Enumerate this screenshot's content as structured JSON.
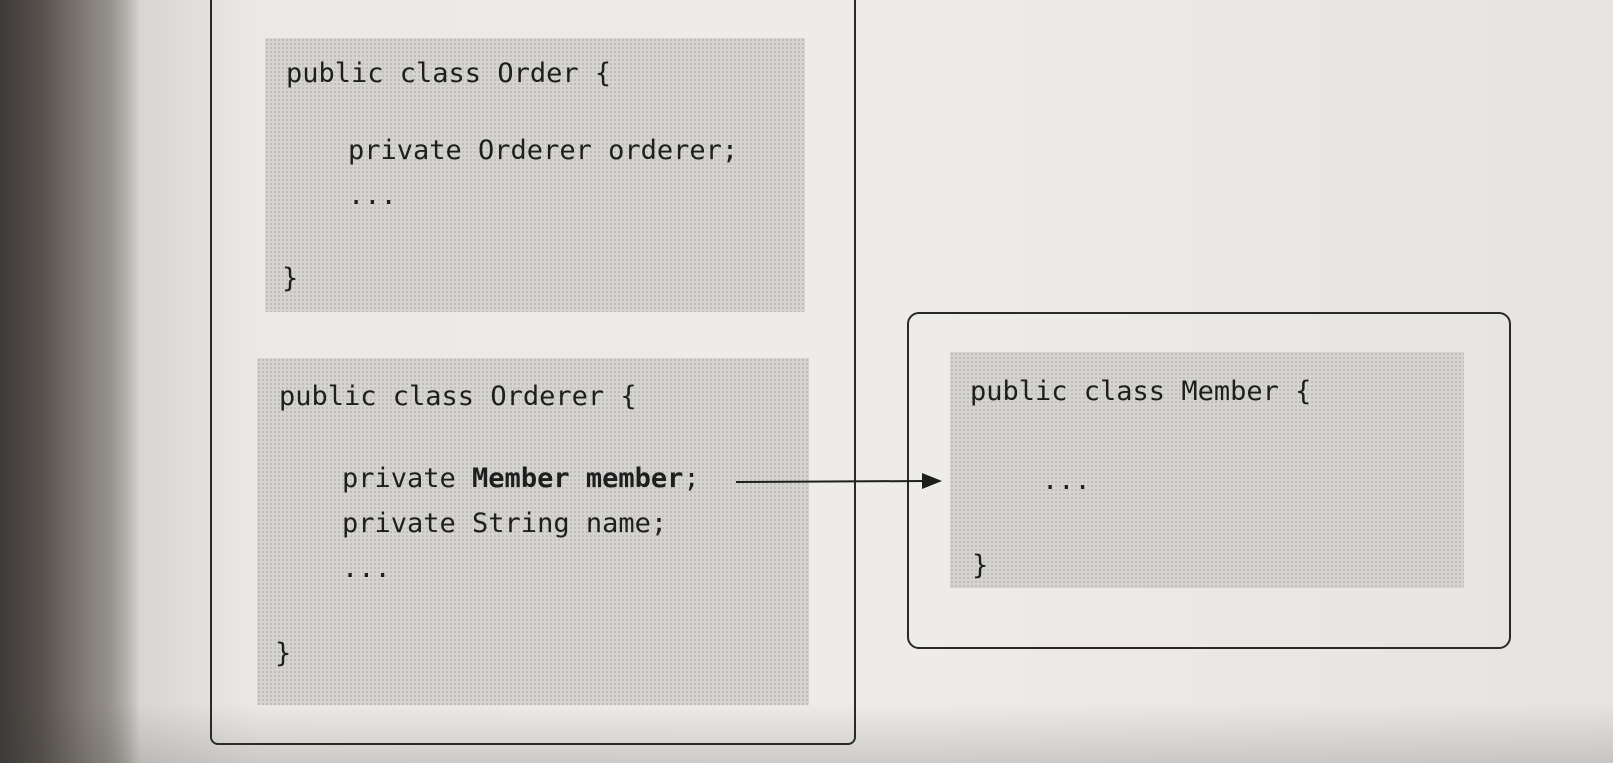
{
  "order_class": {
    "header": "public class Order {",
    "field": "private Orderer orderer;",
    "ellipsis": "...",
    "closing": "}"
  },
  "orderer_class": {
    "header": "public class Orderer {",
    "field1_prefix": "private ",
    "field1_bold": "Member member",
    "field1_suffix": ";",
    "field2": "private String name;",
    "ellipsis": "...",
    "closing": "}"
  },
  "member_class": {
    "header": "public class Member {",
    "ellipsis": "...",
    "closing": "}"
  },
  "colors": {
    "code_background": "#d6d4d0",
    "border": "#2a2a2a",
    "text": "#1e1e1e"
  }
}
